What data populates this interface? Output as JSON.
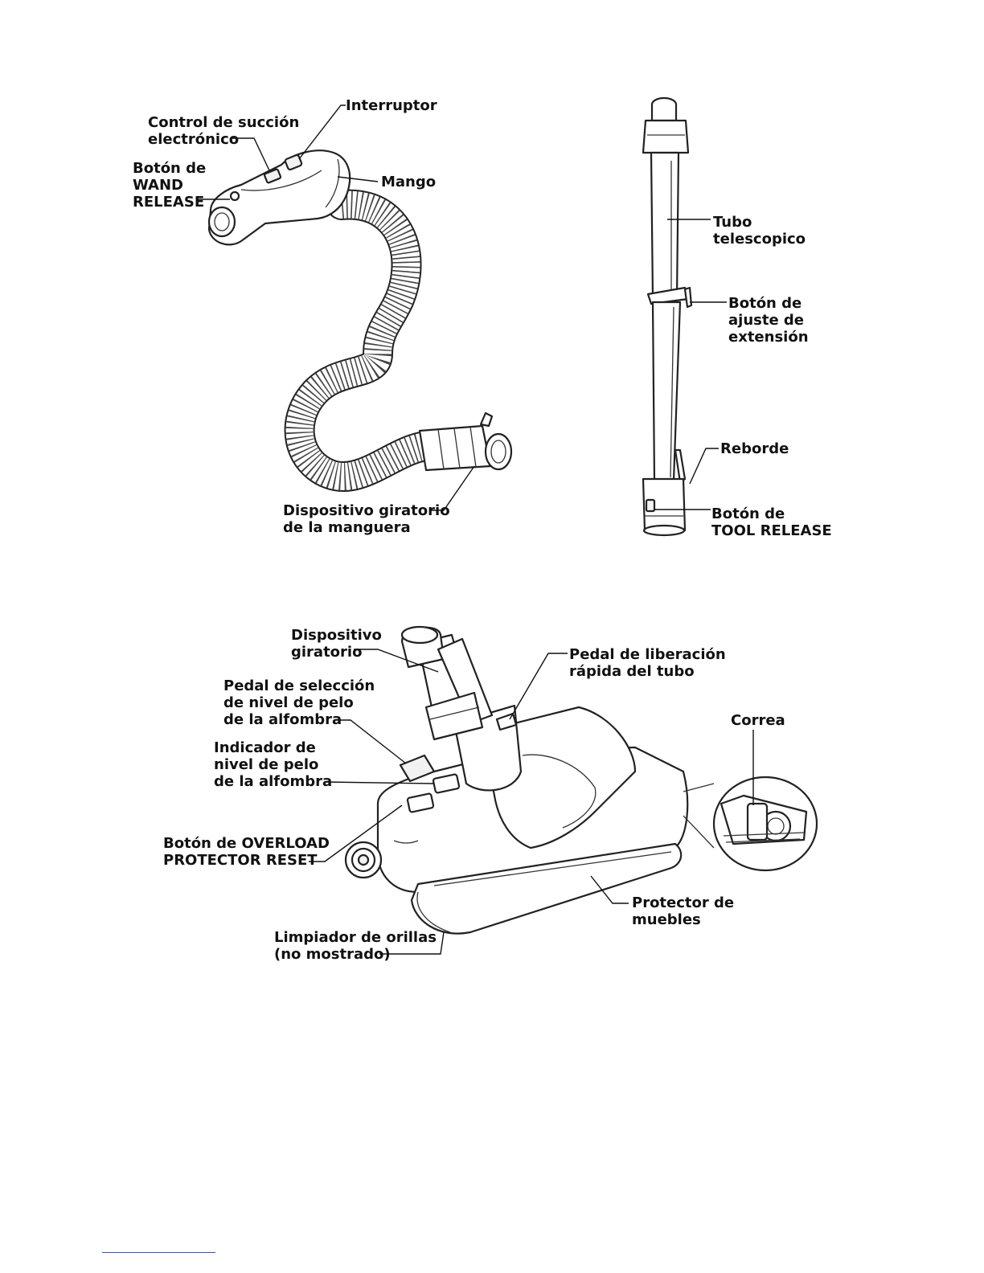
{
  "hose_labels": {
    "interruptor": "Interruptor",
    "control_succion": "Control de succión\nelectrónico",
    "boton_wand_release": "Botón de\nWAND\nRELEASE",
    "mango": "Mango",
    "dispositivo_giratorio_manguera": "Dispositivo giratorio\nde la manguera"
  },
  "wand_labels": {
    "tubo_telescopico": "Tubo\ntelescopico",
    "boton_ajuste_extension": "Botón de\najuste de\nextensión",
    "reborde": "Reborde",
    "boton_tool_release": "Botón de\nTOOL RELEASE"
  },
  "powerhead_labels": {
    "dispositivo_giratorio": "Dispositivo\ngiratorio",
    "pedal_liberacion": "Pedal de liberación\nrápida del tubo",
    "pedal_seleccion": "Pedal de selección\nde nivel de pelo\nde la alfombra",
    "correa": "Correa",
    "indicador_nivel": "Indicador de\nnivel de pelo\nde la alfombra",
    "boton_overload": "Botón de OVERLOAD\nPROTECTOR RESET",
    "protector_muebles": "Protector de\nmuebles",
    "limpiador_orillas": "Limpiador de orillas\n(no mostrado)"
  }
}
